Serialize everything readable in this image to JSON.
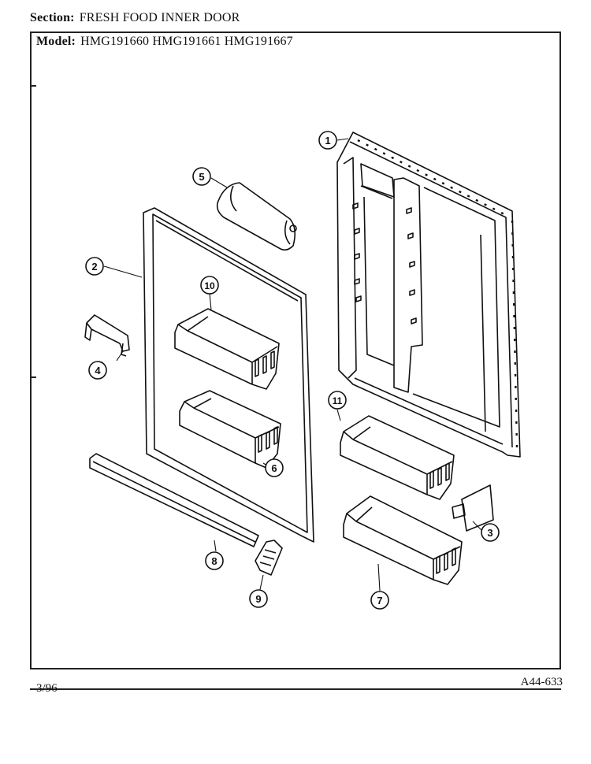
{
  "header": {
    "section_label": "Section:",
    "section_value": "FRESH FOOD INNER DOOR",
    "model_label": "Model:",
    "model_value": "HMG191660  HMG191661  HMG191667"
  },
  "footer": {
    "date": "3/96",
    "code": "A44-633"
  },
  "callouts": [
    "1",
    "2",
    "3",
    "4",
    "5",
    "6",
    "7",
    "8",
    "9",
    "10",
    "11"
  ]
}
